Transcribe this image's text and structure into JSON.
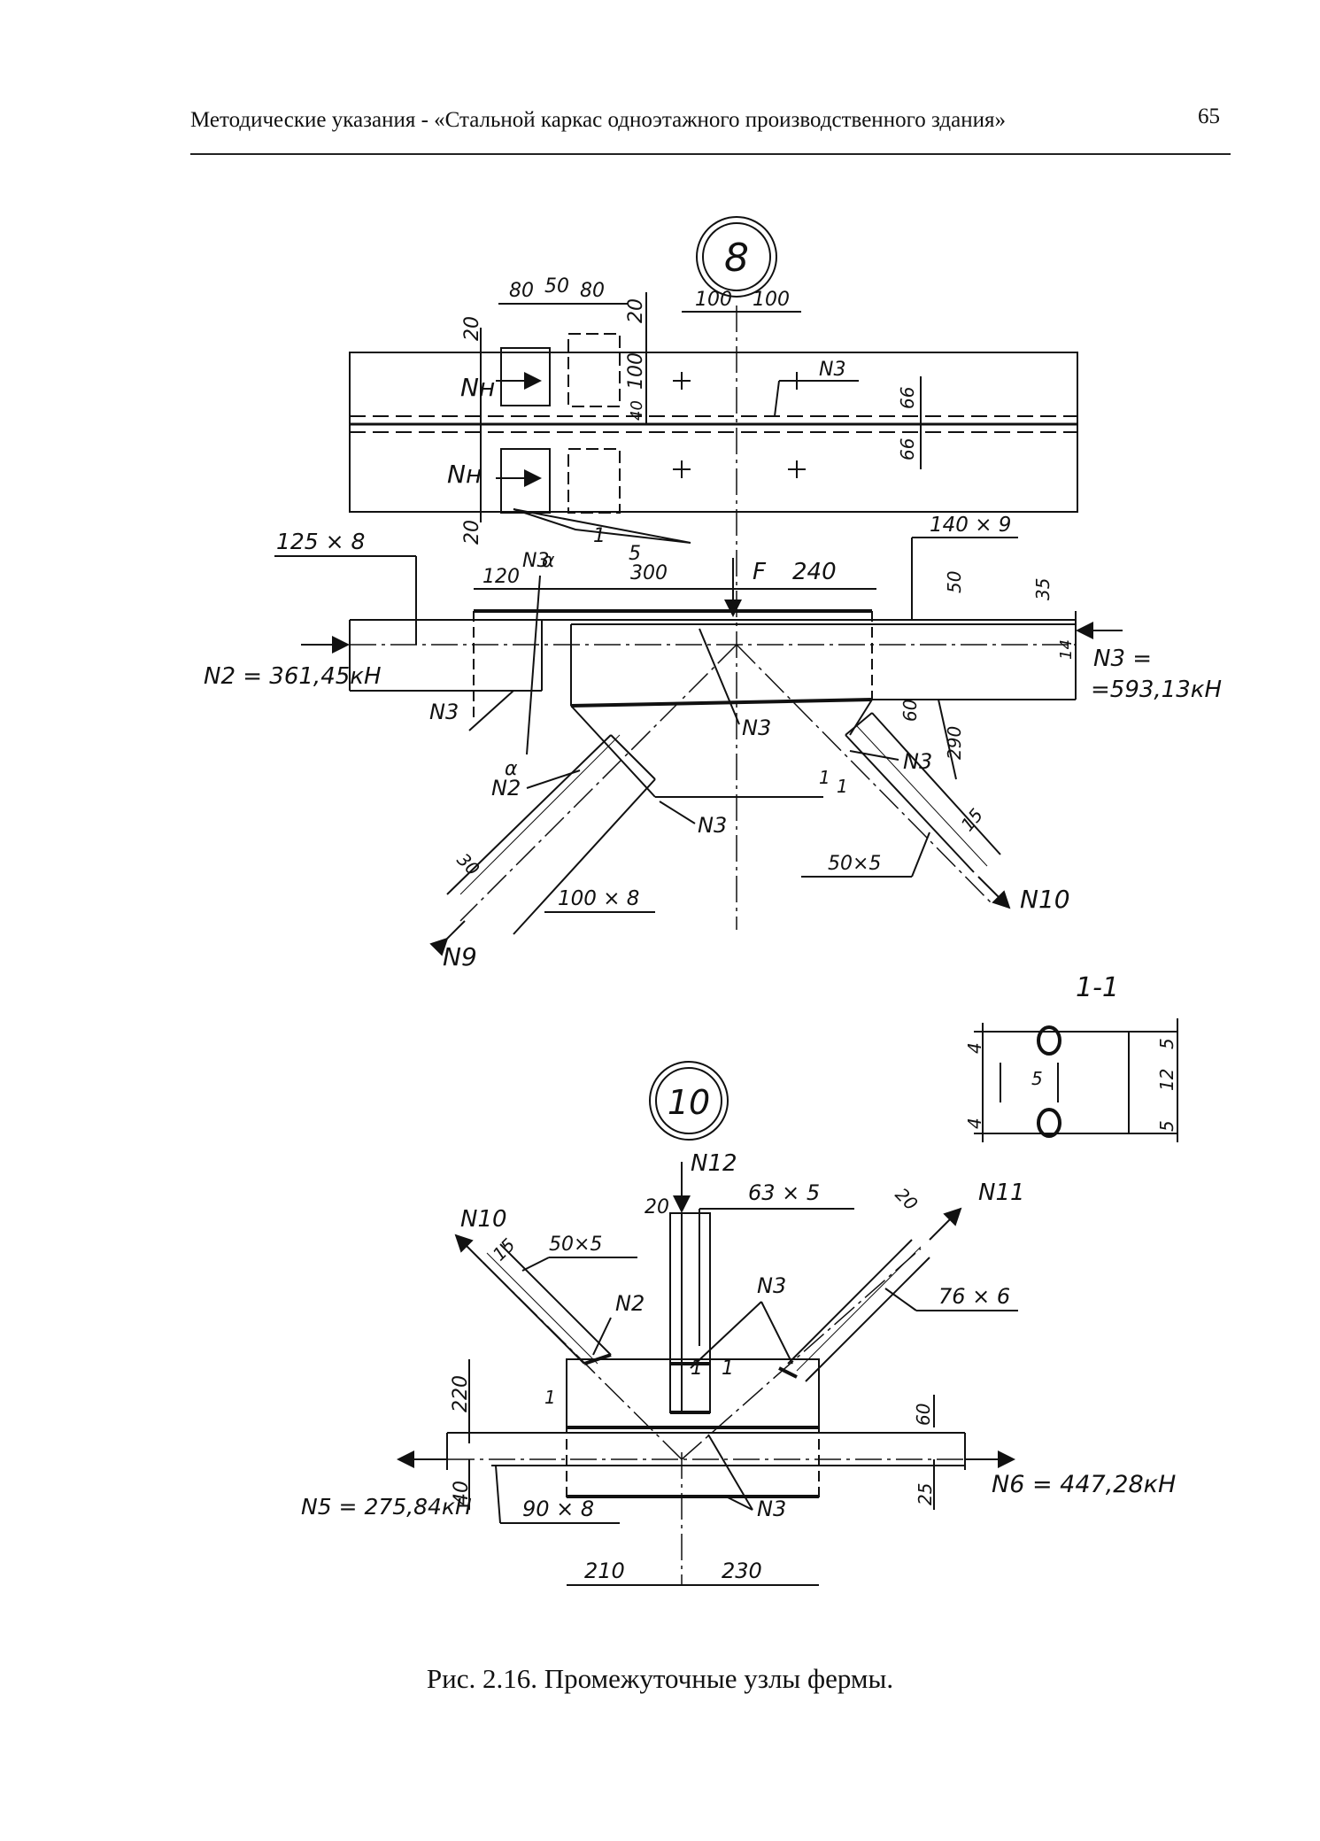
{
  "header": {
    "title": "Методические указания - «Стальной каркас одноэтажного производственного здания»",
    "page_number": "65"
  },
  "caption": "Рис. 2.16. Промежуточные узлы фермы.",
  "node8": {
    "number": "8",
    "dims_top": [
      "80",
      "50",
      "80",
      "20",
      "100",
      "100"
    ],
    "dims_left": [
      "20",
      "100",
      "40",
      "20"
    ],
    "dims_right": [
      "66",
      "66"
    ],
    "forces": [
      "Nн",
      "Nн"
    ],
    "weld_labels": [
      "N3",
      "N3",
      "N3",
      "N3",
      "N3",
      "N2"
    ],
    "slope": [
      "1",
      "5"
    ],
    "profiles": [
      "125 × 8",
      "140 × 9",
      "100 × 8",
      "50×5"
    ],
    "labels": {
      "top_dims": [
        "120",
        "300",
        "F",
        "240"
      ],
      "right_dims": [
        "50",
        "35",
        "14",
        "60",
        "290",
        "15"
      ],
      "section_mark_a": "α",
      "n2_force": "N2 = 361,45кН",
      "n3_force_a": "N3 =",
      "n3_force_b": "=593,13кН",
      "n9": "N9",
      "n10": "N10",
      "dim30": "30",
      "section_one": "1"
    }
  },
  "section11": {
    "title": "1-1",
    "dims": [
      "4",
      "5",
      "4",
      "5",
      "12",
      "5"
    ]
  },
  "node10": {
    "number": "10",
    "forces": {
      "n12": "N12",
      "n10": "N10",
      "n11": "N11",
      "n5": "N5 = 275,84кН",
      "n6": "N6 = 447,28кН"
    },
    "profiles": [
      "63 × 5",
      "50×5",
      "76 × 6",
      "90 × 8"
    ],
    "welds": [
      "N2",
      "N3",
      "N3"
    ],
    "dims": [
      "20",
      "15",
      "20",
      "220",
      "60",
      "40",
      "25",
      "210",
      "230",
      "1",
      "1",
      "1"
    ]
  }
}
